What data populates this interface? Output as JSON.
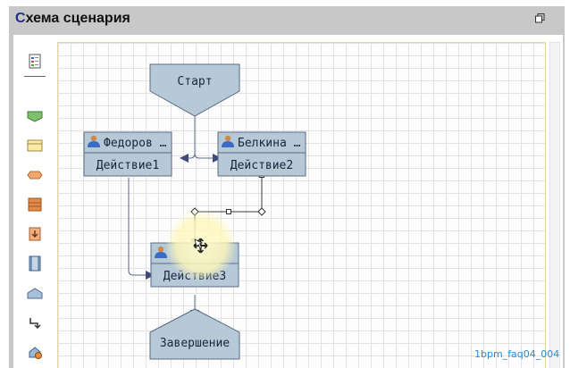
{
  "panel": {
    "title_first": "С",
    "title_rest": "хема сценария"
  },
  "palette": {
    "tools": [
      {
        "name": "properties-icon"
      },
      {
        "name": "start-shape-tool"
      },
      {
        "name": "action-shape-tool"
      },
      {
        "name": "hexagon-shape-tool"
      },
      {
        "name": "group-shape-tool"
      },
      {
        "name": "import-shape-tool"
      },
      {
        "name": "column-shape-tool"
      },
      {
        "name": "end-shape-tool"
      },
      {
        "name": "connector-tool"
      },
      {
        "name": "subprocess-tool"
      }
    ]
  },
  "diagram": {
    "start": "Старт",
    "action1": {
      "user": "Федоров …",
      "label": "Действие1"
    },
    "action2": {
      "user": "Белкина …",
      "label": "Действие2"
    },
    "action3": {
      "user": "",
      "label": "Действие3"
    },
    "end": "Завершение"
  },
  "watermark": "1bpm_faq04_004",
  "colors": {
    "shape_fill": "#b6c9d6",
    "shape_stroke": "#5a6a85",
    "arrow": "#3f4a78",
    "header_accent": "#1e2f8c",
    "watermark": "#2a8ad4"
  }
}
